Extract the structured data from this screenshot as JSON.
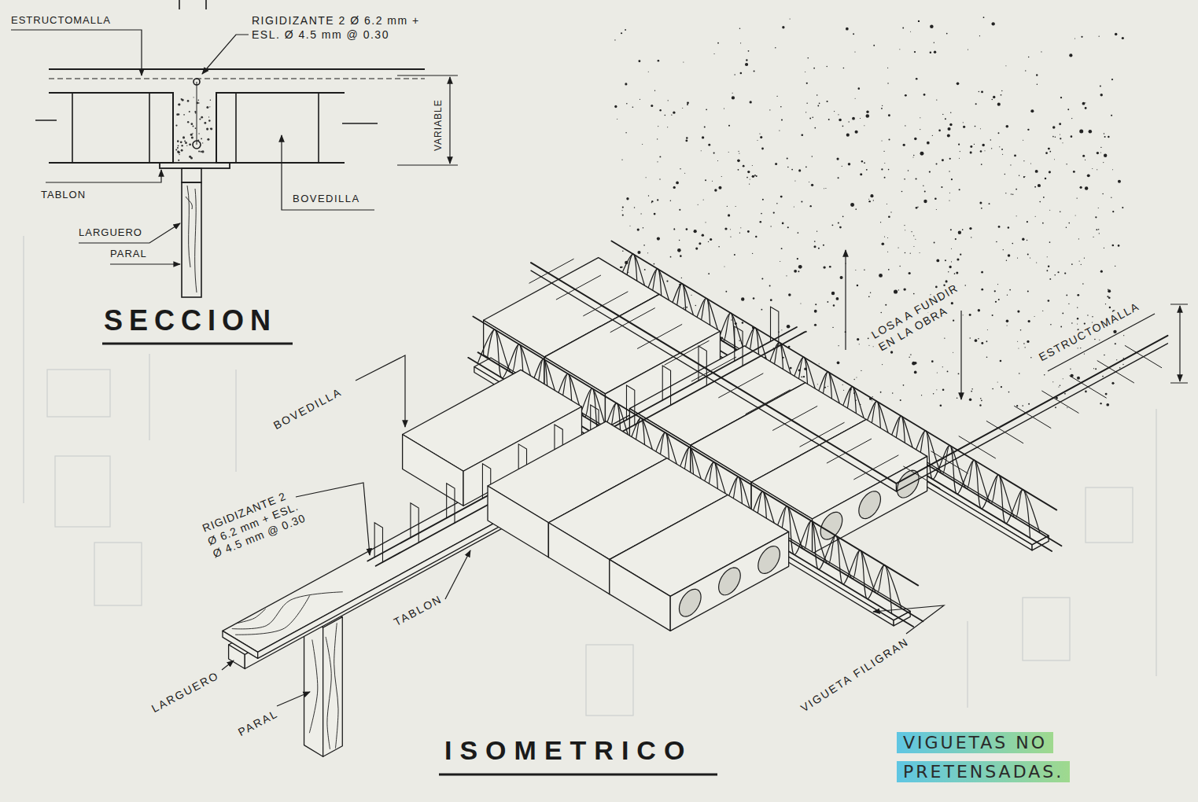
{
  "diagram": {
    "labels": [
      "ESTRUCTOMALLA",
      "RIGIDIZANTE 2 Ø 6.2 mm + ESL. Ø 4.5 mm @ 0.30",
      "VARIABLE",
      "TABLON",
      "BOVEDILLA",
      "LARGUERO",
      "PARAL",
      "SECCION",
      "BOVEDILLA",
      "LOSA A FUNDIR EN LA OBRA",
      "ESTRUCTOMALLA",
      "RIGIDIZANTE 2 Ø 6.2 mm + ESL. Ø 4.5 mm @ 0.30",
      "TABLON",
      "LARGUERO",
      "PARAL",
      "VIGUETA FILIGRAN",
      "ISOMETRICO",
      "VIGUETAS NO PRETENSADAS."
    ]
  }
}
